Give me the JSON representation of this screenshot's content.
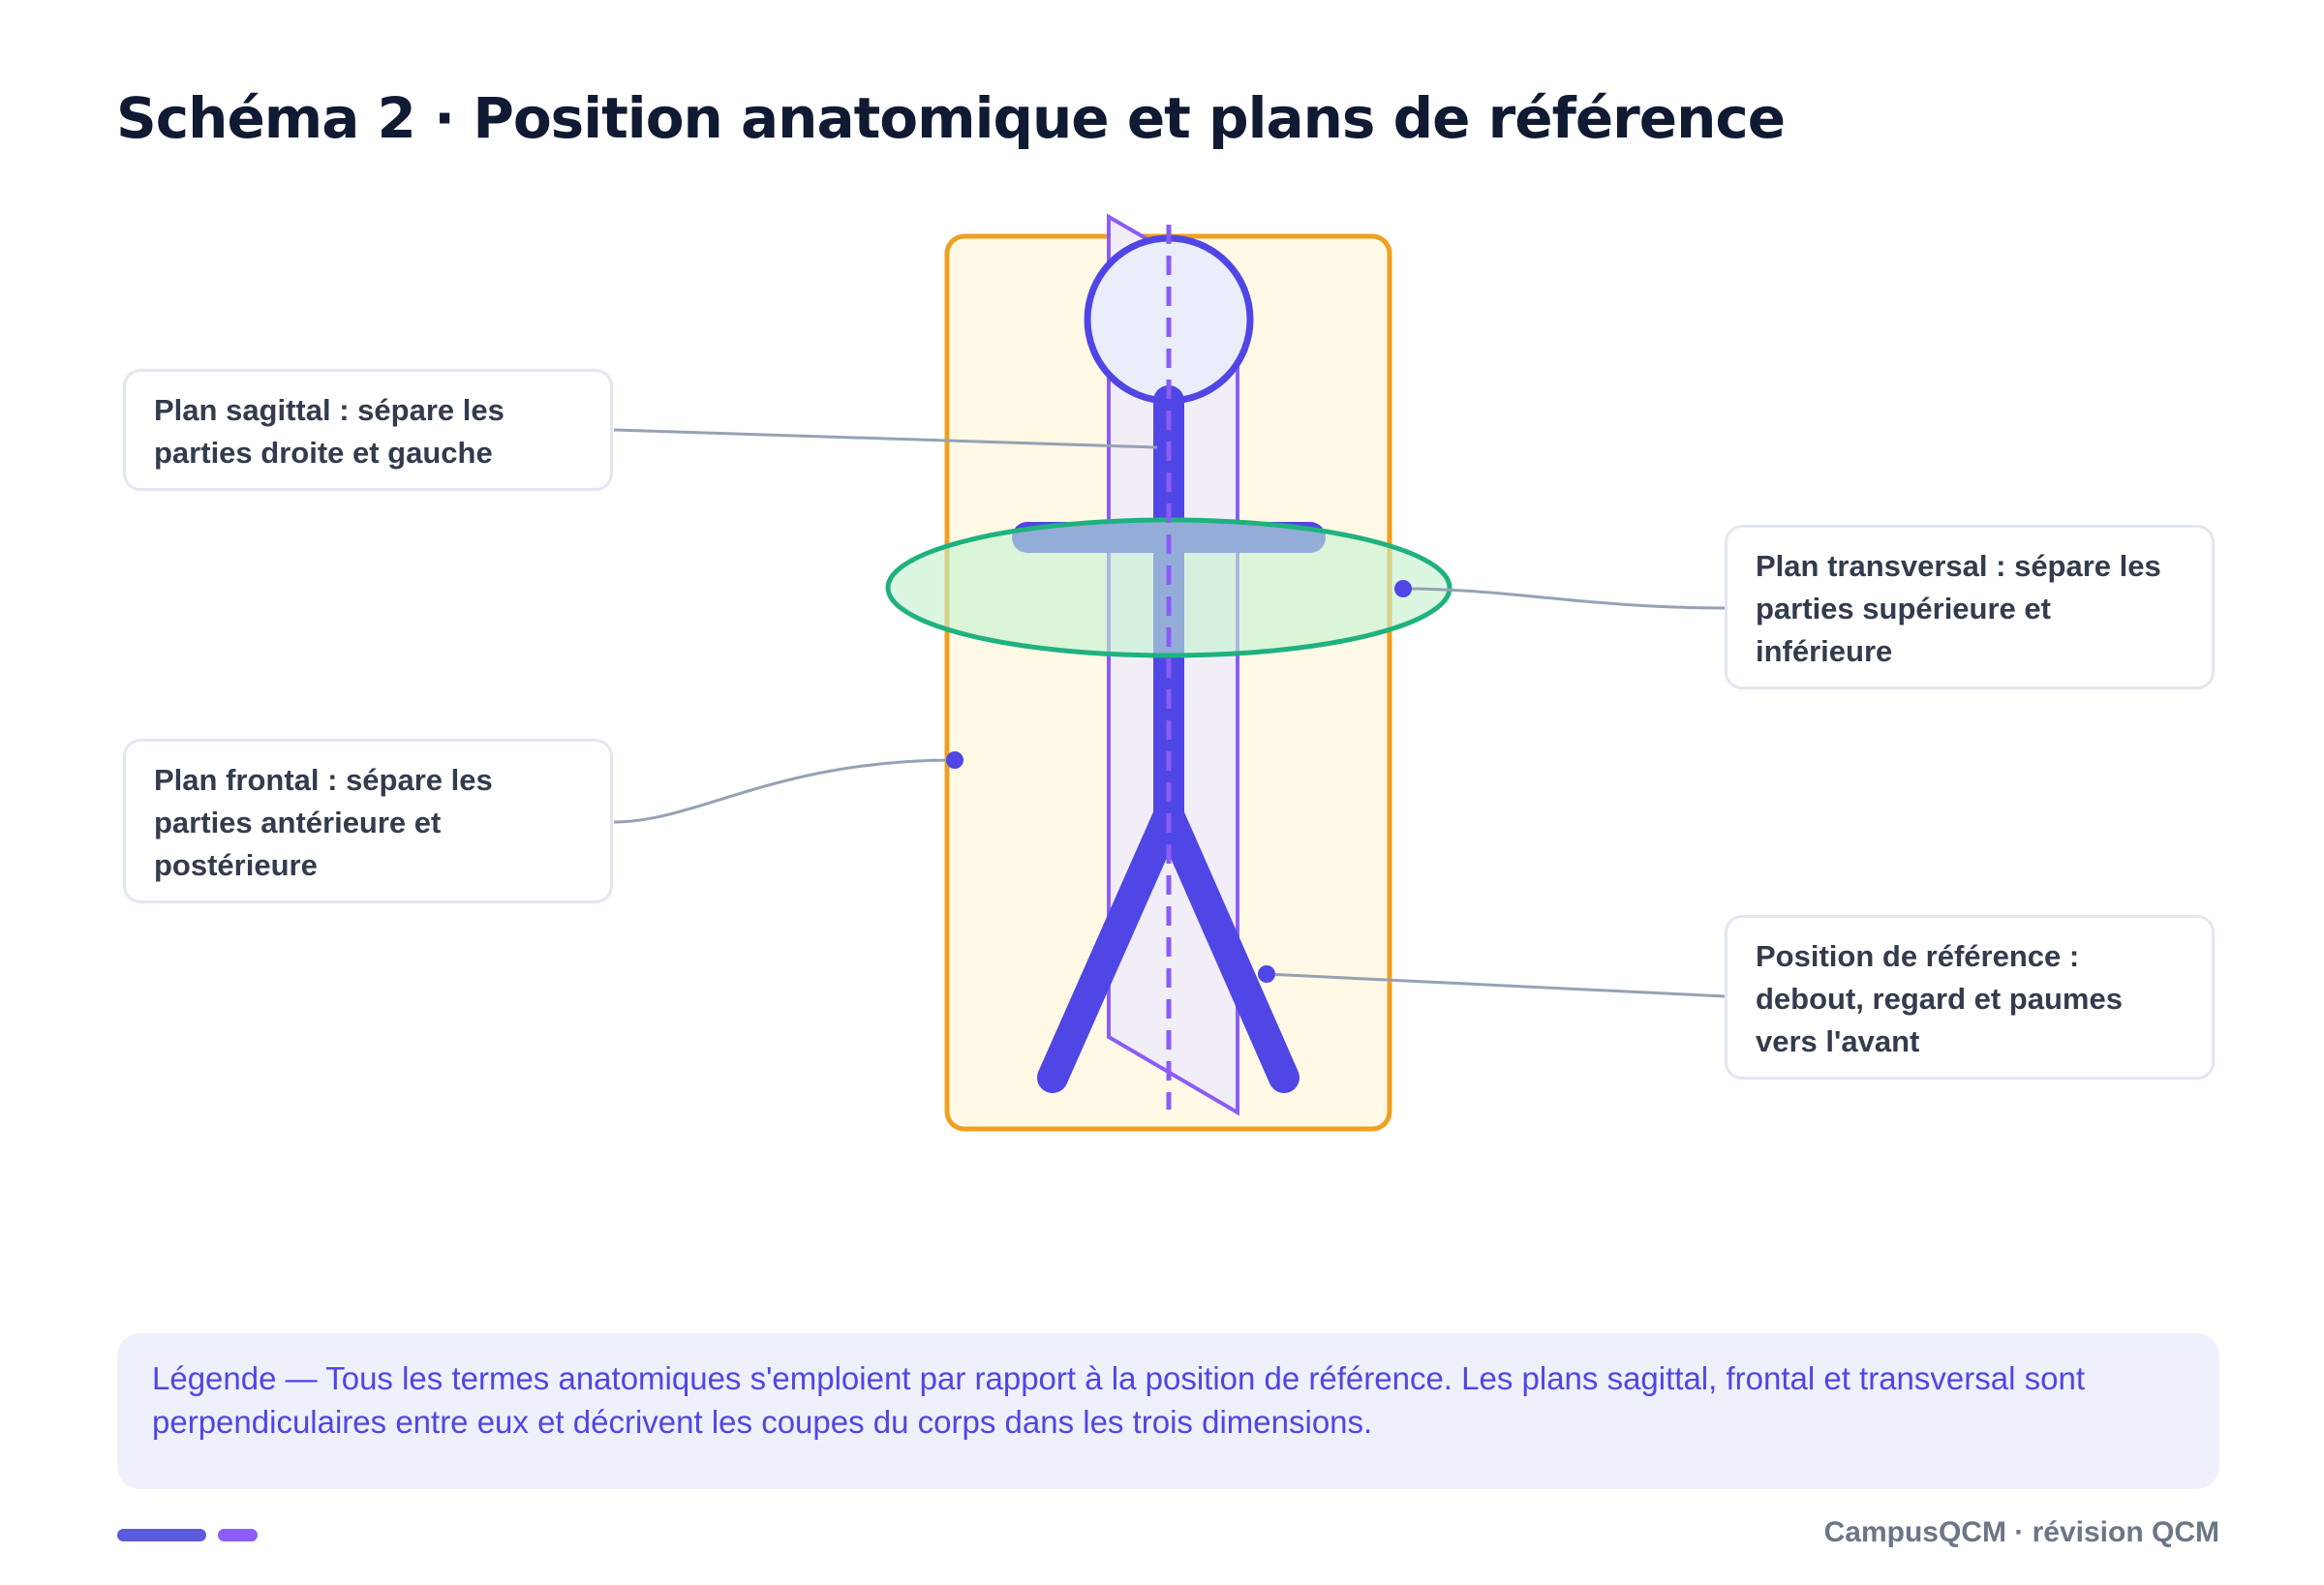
{
  "title": "Schéma 2 · Position anatomique et plans de référence",
  "callouts": {
    "sagittal": "Plan sagittal : sépare les parties droite et gauche",
    "transverse": "Plan transversal : sépare les parties supérieure et inférieure",
    "frontal": "Plan frontal : sépare les parties antérieure et postérieure",
    "reference_position": "Position de référence : debout, regard et paumes vers l'avant"
  },
  "legend": "Légende — Tous les termes anatomiques s'emploient par rapport à la position de référence. Les plans sagittal, frontal et transversal sont perpendiculaires entre eux et décrivent les coupes du corps dans les trois dimensions.",
  "footer": "CampusQCM · révision QCM",
  "colors": {
    "title": "#101a33",
    "figure": "#4f46e5",
    "sagittal_plane": "#8b5cf6",
    "frontal_plane": "#f0a020",
    "transverse_plane": "#1fb27f",
    "leader_line": "#96a2b4",
    "legend_bg": "#eef0fb",
    "legend_text": "#4f46e5"
  }
}
